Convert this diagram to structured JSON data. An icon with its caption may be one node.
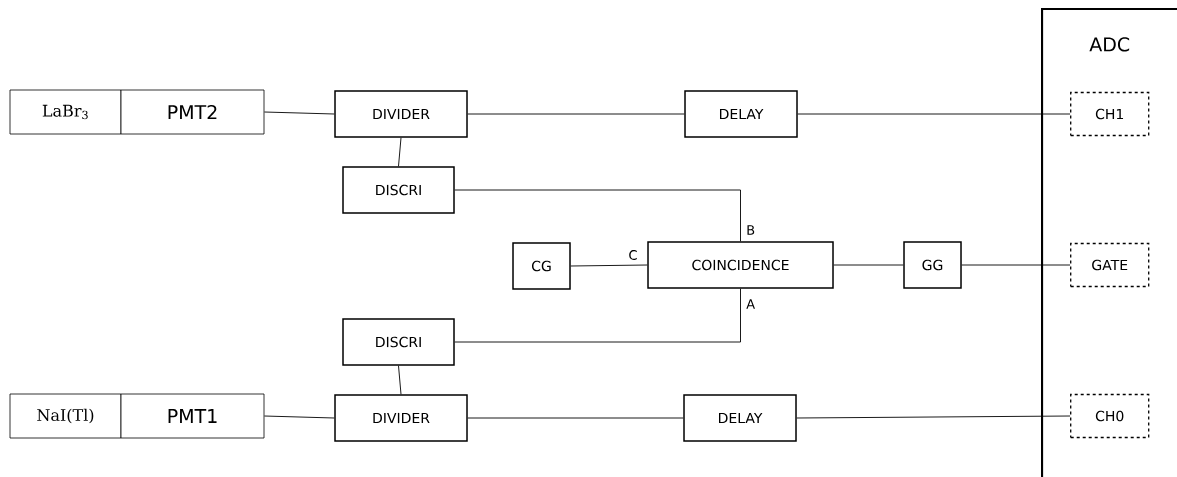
{
  "diagram": {
    "nodes": [
      {
        "text": [
          "LaBr$_{3}$"
        ]
      },
      {
        "text": [
          "PMT2"
        ]
      },
      {
        "text": [
          "DIVIDER"
        ]
      },
      {
        "text": [
          "DISCRI"
        ]
      },
      {
        "text": [
          "DELAY"
        ]
      },
      {
        "text": [
          "CG"
        ]
      },
      {
        "text": [
          "COINCIDENCE"
        ]
      },
      {
        "text": [
          "GG"
        ]
      },
      {
        "text": [
          "DISCRI"
        ]
      },
      {
        "text": [
          "NaI(Tl)"
        ]
      },
      {
        "text": [
          "PMT1"
        ]
      },
      {
        "text": [
          "DIVIDER"
        ]
      },
      {
        "text": [
          "DELAY"
        ]
      },
      {
        "text": [
          "ADC"
        ]
      },
      {
        "text": [
          "CH1"
        ],
        "in": 13
      },
      {
        "text": [
          "GATE"
        ],
        "in": 13
      },
      {
        "text": [
          "CH0"
        ],
        "in": 13
      }
    ],
    "edges": [
      {
        "from": 1,
        "to": 2,
        "arrow": "none"
      },
      {
        "from": 2,
        "to": 4,
        "arrow": "none"
      },
      {
        "from": 4,
        "to": 14,
        "arrow": "none"
      },
      {
        "from": 2,
        "to": 3,
        "arrow": "none"
      },
      {
        "from": 3,
        "to": 6,
        "arrow": "none",
        "label": "B"
      },
      {
        "from": 5,
        "to": 6,
        "arrow": "none",
        "label": "C"
      },
      {
        "from": 6,
        "to": 7,
        "arrow": "none"
      },
      {
        "from": 7,
        "to": 15,
        "arrow": "none"
      },
      {
        "from": 8,
        "to": 6,
        "arrow": "none",
        "label": "A"
      },
      {
        "from": 8,
        "to": 11,
        "arrow": "none"
      },
      {
        "from": 10,
        "to": 11,
        "arrow": "none"
      },
      {
        "from": 11,
        "to": 12,
        "arrow": "none"
      },
      {
        "from": 12,
        "to": 16,
        "arrow": "none"
      }
    ]
  }
}
